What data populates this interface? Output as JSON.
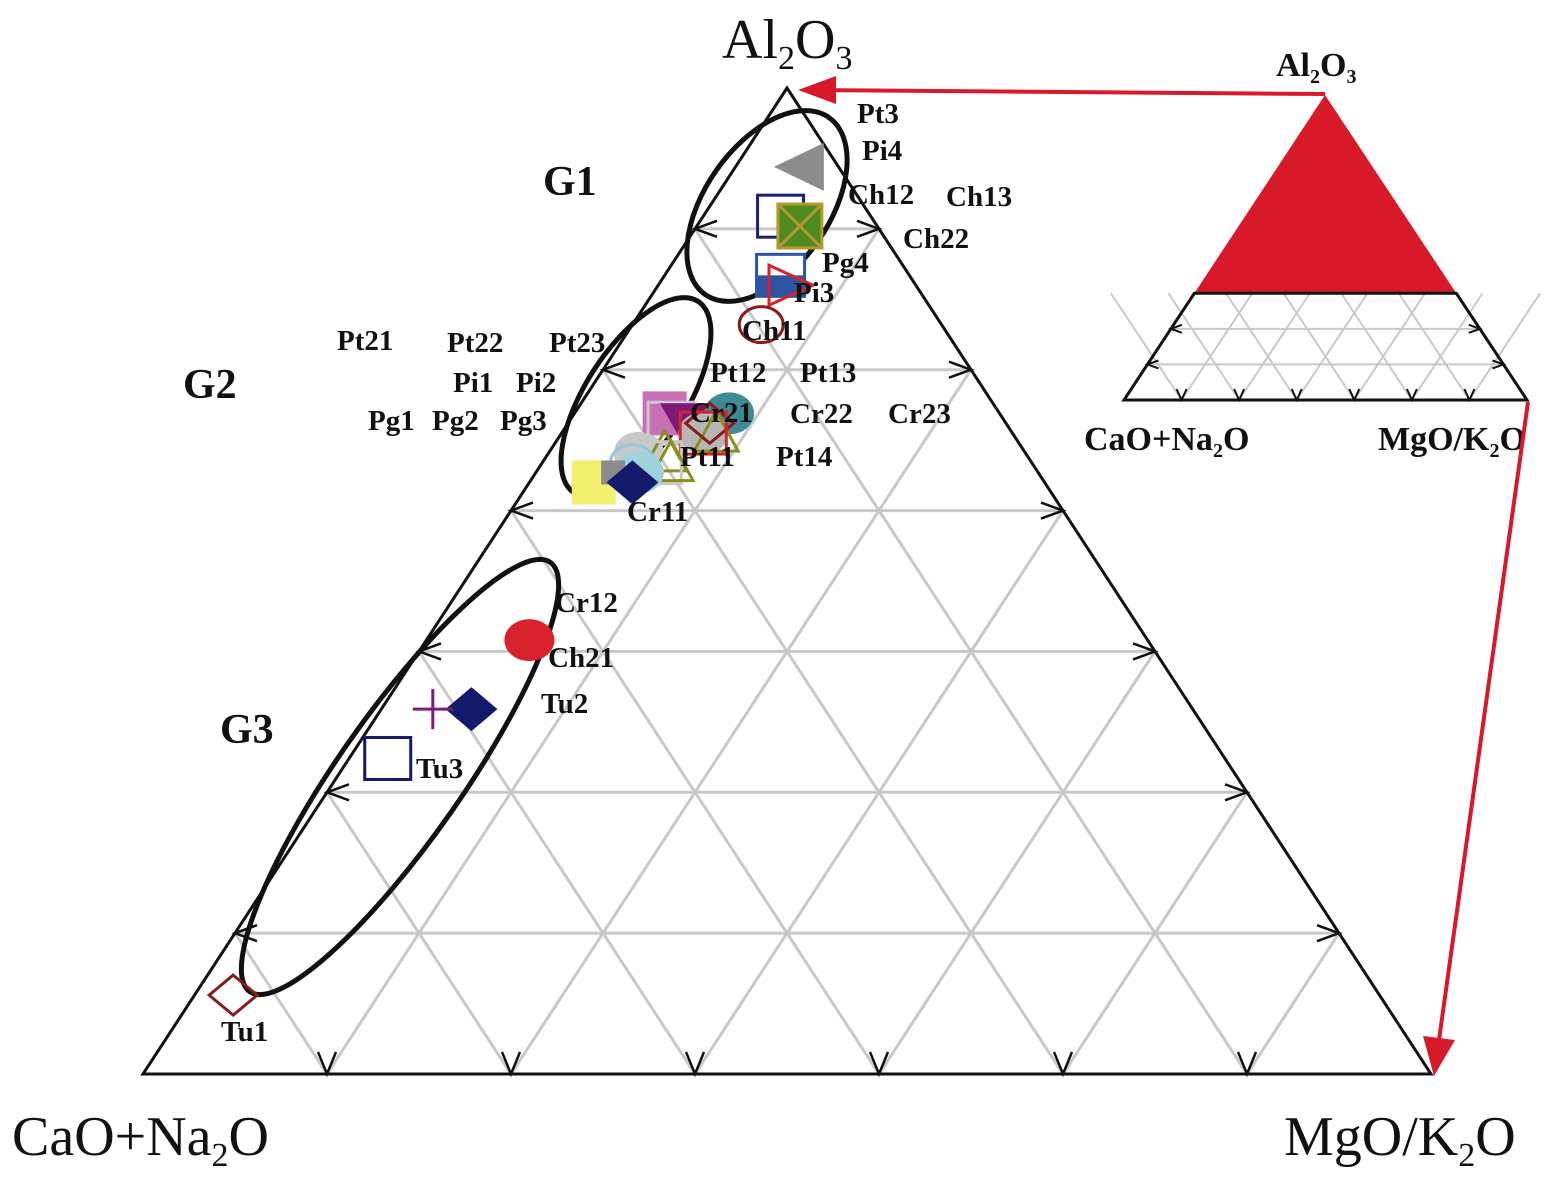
{
  "chart_data": {
    "type": "scatter",
    "subtype": "ternary",
    "axes": {
      "top": {
        "base": "Al",
        "sub1": "2",
        "mid": "O",
        "sub2": "3"
      },
      "left": {
        "base": "CaO+Na",
        "sub1": "2",
        "mid": "O",
        "sub2": ""
      },
      "right": {
        "base": "MgO/K",
        "sub1": "2",
        "mid": "O",
        "sub2": ""
      }
    },
    "grid_divisions": 7,
    "grid": true,
    "groups": [
      {
        "label": "G1"
      },
      {
        "label": "G2"
      },
      {
        "label": "G3"
      }
    ],
    "points": [
      {
        "name": "Pt3",
        "a": 0.92,
        "c": 0.05,
        "marker": "triangle-left",
        "fill": "#8c8c8c",
        "stroke": "#8c8c8c"
      },
      {
        "name": "Pi4",
        "a": 0.87,
        "c": 0.06,
        "marker": "square-open",
        "fill": "none",
        "stroke": "#1b1f7a"
      },
      {
        "name": "Ch12",
        "a": 0.86,
        "c": 0.08,
        "marker": "square",
        "fill": "#4e8a1d",
        "stroke": "#4e8a1d"
      },
      {
        "name": "Ch13",
        "a": 0.86,
        "c": 0.08,
        "marker": "box-x",
        "fill": "none",
        "stroke": "#b59a2e"
      },
      {
        "name": "Ch22",
        "a": 0.81,
        "c": 0.09,
        "marker": "square-half",
        "fill": "#2c55a4",
        "stroke": "#2c55a4"
      },
      {
        "name": "Pg4",
        "a": 0.8,
        "c": 0.1,
        "marker": "triangle-right-open",
        "fill": "none",
        "stroke": "#d8212b"
      },
      {
        "name": "Pi3",
        "a": 0.76,
        "c": 0.1,
        "marker": "circle-open",
        "fill": "none",
        "stroke": "#8b1a1a"
      },
      {
        "name": "Ch11",
        "a": 0.67,
        "c": 0.12,
        "marker": "circle",
        "fill": "#3e8a96",
        "stroke": "#3e8a96"
      },
      {
        "name": "Pt21",
        "a": 0.67,
        "c": 0.07,
        "marker": "square",
        "fill": "#c86fb5",
        "stroke": "#c86fb5"
      },
      {
        "name": "Pt22",
        "a": 0.66,
        "c": 0.08,
        "marker": "square-open",
        "fill": "none",
        "stroke": "#c8c8d8"
      },
      {
        "name": "Pt23",
        "a": 0.66,
        "c": 0.09,
        "marker": "triangle-down",
        "fill": "#7b1a78",
        "stroke": "#7b1a78"
      },
      {
        "name": "Pi1",
        "a": 0.65,
        "c": 0.11,
        "marker": "circle",
        "fill": "#b7b7b7",
        "stroke": "#b7b7b7"
      },
      {
        "name": "Pi2",
        "a": 0.65,
        "c": 0.12,
        "marker": "triangle-open",
        "fill": "none",
        "stroke": "#8a8f1a"
      },
      {
        "name": "Pt12",
        "a": 0.66,
        "c": 0.11,
        "marker": "diamond-open",
        "fill": "none",
        "stroke": "#8b1a1a"
      },
      {
        "name": "Pt13",
        "a": 0.65,
        "c": 0.11,
        "marker": "square-open",
        "fill": "none",
        "stroke": "#d8212b"
      },
      {
        "name": "Pg1",
        "a": 0.63,
        "c": 0.07,
        "marker": "circle",
        "fill": "#c8c8c8",
        "stroke": "#c8c8c8"
      },
      {
        "name": "Pg2",
        "a": 0.63,
        "c": 0.09,
        "marker": "triangle-open",
        "fill": "none",
        "stroke": "#8a8f1a"
      },
      {
        "name": "Pg3",
        "a": 0.62,
        "c": 0.09,
        "marker": "square-open",
        "fill": "none",
        "stroke": "#c8c8c8"
      },
      {
        "name": "Cr21",
        "a": 0.62,
        "c": 0.07,
        "marker": "circle-open",
        "fill": "none",
        "stroke": "#8fc9d8"
      },
      {
        "name": "Cr22",
        "a": 0.62,
        "c": 0.1,
        "marker": "triangle-open",
        "fill": "none",
        "stroke": "#8a8f1a"
      },
      {
        "name": "Cr23",
        "a": 0.61,
        "c": 0.08,
        "marker": "circle",
        "fill": "#a0d2dc",
        "stroke": "#a0d2dc"
      },
      {
        "name": "Pt11",
        "a": 0.6,
        "c": 0.05,
        "marker": "square",
        "fill": "#f2ee6e",
        "stroke": "#f2ee6e"
      },
      {
        "name": "Pt14",
        "a": 0.61,
        "c": 0.06,
        "marker": "square-gray",
        "fill": "#8c8c8c",
        "stroke": "#8c8c8c"
      },
      {
        "name": "Cr11",
        "a": 0.6,
        "c": 0.08,
        "marker": "diamond",
        "fill": "#141a6b",
        "stroke": "#141a6b"
      },
      {
        "name": "Cr12",
        "a": 0.44,
        "c": 0.08,
        "marker": "circle",
        "fill": "#d8212b",
        "stroke": "#d8212b"
      },
      {
        "name": "Ch21",
        "a": 0.37,
        "c": 0.07,
        "marker": "diamond",
        "fill": "#141a6b",
        "stroke": "#141a6b"
      },
      {
        "name": "Tu2",
        "a": 0.37,
        "c": 0.04,
        "marker": "plus",
        "fill": "none",
        "stroke": "#7b1a78"
      },
      {
        "name": "Tu3",
        "a": 0.32,
        "c": 0.03,
        "marker": "square-open",
        "fill": "none",
        "stroke": "#141a6b"
      },
      {
        "name": "Tu1",
        "a": 0.08,
        "c": 0.03,
        "marker": "diamond-open",
        "fill": "none",
        "stroke": "#8b1a1a"
      }
    ],
    "labels": [
      "Pt3",
      "Pi4",
      "Ch12",
      "Ch13",
      "Ch22",
      "Pg4",
      "Pi3",
      "Ch11",
      "Pt21",
      "Pt22",
      "Pt23",
      "Pi1",
      "Pi2",
      "Pt12",
      "Pt13",
      "Pg1",
      "Pg2",
      "Pg3",
      "Cr21",
      "Cr22",
      "Cr23",
      "Pt11",
      "Pt14",
      "Cr11",
      "Cr12",
      "Ch21",
      "Tu2",
      "Tu3",
      "Tu1"
    ],
    "inset": {
      "highlight_fraction": 0.3,
      "fill_color": "#d8192a",
      "arrow_color": "#d8192a"
    }
  }
}
